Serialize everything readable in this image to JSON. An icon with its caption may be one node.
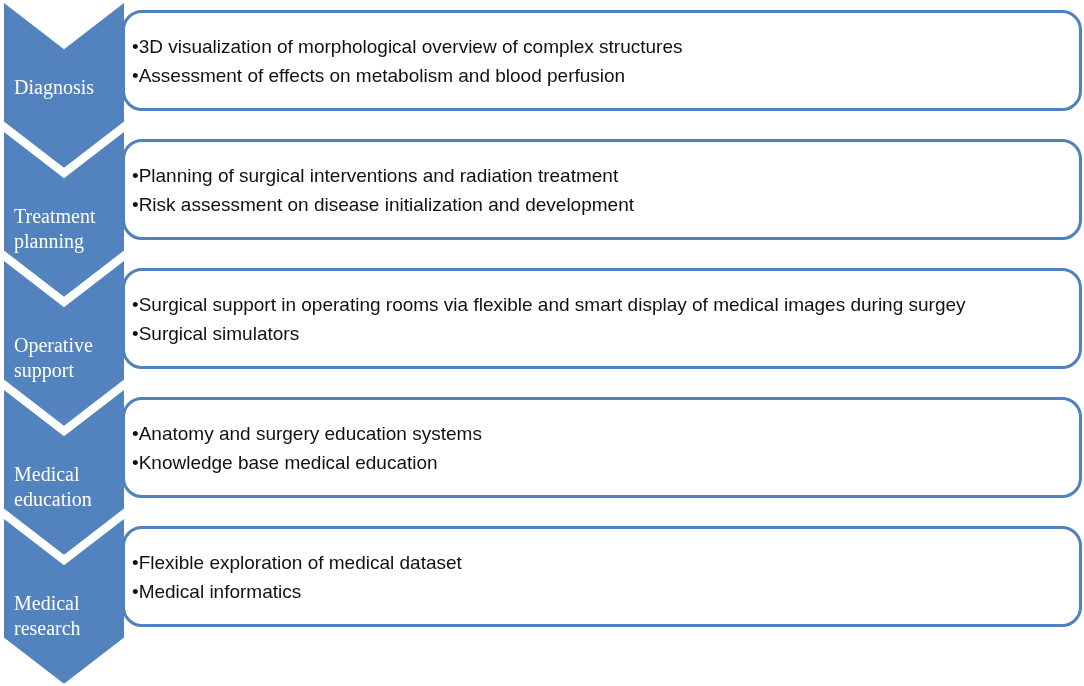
{
  "diagram": {
    "nodes": [
      {
        "text": [
          "Diagnosis"
        ]
      },
      {
        "text": [
          "•3D visualization of morphological overview of complex structures",
          "•Assessment of effects on metabolism and blood perfusion"
        ]
      },
      {
        "text": [
          "Treatment planning"
        ]
      },
      {
        "text": [
          "•Planning of surgical interventions and radiation treatment",
          "•Risk assessment on disease initialization and development"
        ]
      },
      {
        "text": [
          "Operative support"
        ]
      },
      {
        "text": [
          "•Surgical support in operating rooms via flexible and smart display of medical images during surgey",
          "•Surgical simulators"
        ]
      },
      {
        "text": [
          "Medical education"
        ]
      },
      {
        "text": [
          "•Anatomy and surgery education systems",
          "•Knowledge base medical education"
        ]
      },
      {
        "text": [
          "Medical research"
        ]
      },
      {
        "text": [
          "•Flexible exploration of medical dataset",
          "•Medical informatics"
        ]
      }
    ]
  }
}
